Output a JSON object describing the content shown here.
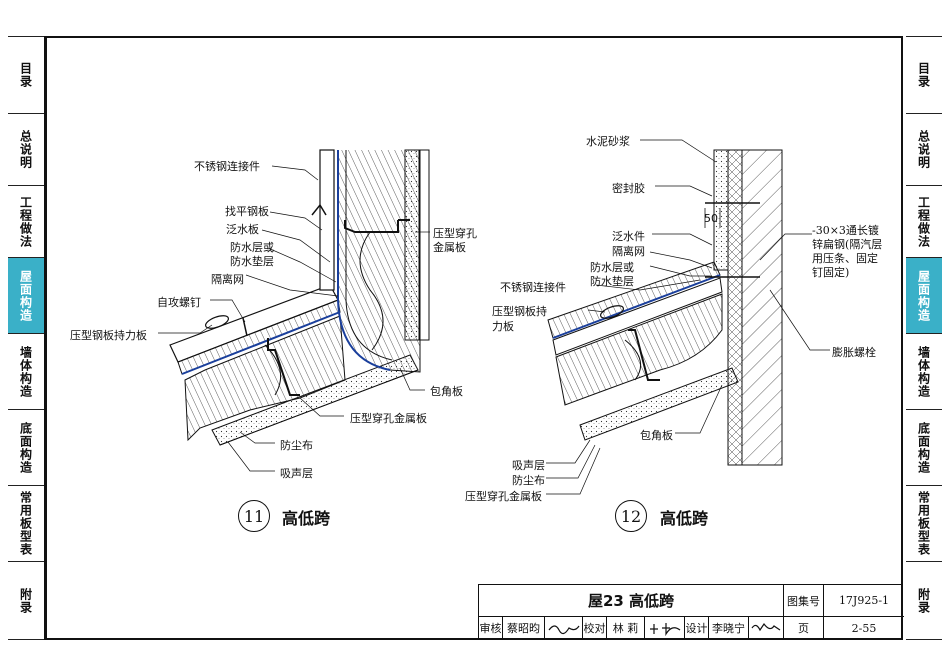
{
  "sidebar_left": [
    "目录",
    "总说明",
    "工程做法",
    "屋面构造",
    "墙体构造",
    "底面构造",
    "常用板型表",
    "附录"
  ],
  "sidebar_right": [
    "目录",
    "总说明",
    "工程做法",
    "屋面构造",
    "墙体构造",
    "底面构造",
    "常用板型表",
    "附录"
  ],
  "active_tab_index": 3,
  "accent_color": "#3ab0c8",
  "detail11": {
    "number": "11",
    "title": "高低跨",
    "labels": {
      "stainless_connector": "不锈钢连接件",
      "leveling_plate": "找平钢板",
      "flashing": "泛水板",
      "waterproof_layer_1": "防水层或",
      "waterproof_layer_2": "防水垫层",
      "isolation_mesh": "隔离网",
      "self_tapping_screw": "自攻螺钉",
      "bearing_plate": "压型钢板持力板",
      "perforated_panel_right_1": "压型穿孔",
      "perforated_panel_right_2": "金属板",
      "corner_plate": "包角板",
      "perforated_panel_bottom": "压型穿孔金属板",
      "dust_cloth": "防尘布",
      "sound_absorbing": "吸声层"
    }
  },
  "detail12": {
    "number": "12",
    "title": "高低跨",
    "labels": {
      "cement_mortar": "水泥砂浆",
      "sealant": "密封胶",
      "flashing_piece": "泛水件",
      "isolation_mesh": "隔离网",
      "waterproof_layer_1": "防水层或",
      "waterproof_layer_2": "防水垫层",
      "stainless_connector": "不锈钢连接件",
      "bearing_plate_1": "压型钢板持",
      "bearing_plate_2": "力板",
      "dimension_50": "50",
      "flat_steel_1": "-30×3通长镀",
      "flat_steel_2": "锌扁钢(隔汽层",
      "flat_steel_3": "用压条、固定",
      "flat_steel_4": "钉固定)",
      "expansion_bolt": "膨胀螺栓",
      "corner_plate": "包角板",
      "sound_absorbing": "吸声层",
      "dust_cloth": "防尘布",
      "perforated_panel": "压型穿孔金属板"
    }
  },
  "title_block": {
    "title": "屋23 高低跨",
    "atlas_no_label": "图集号",
    "atlas_no": "17J925-1",
    "review_label": "审核",
    "reviewer": "蔡昭昀",
    "check_label": "校对",
    "checker": "林 莉",
    "design_label": "设计",
    "designer": "李晓宁",
    "page_label": "页",
    "page": "2-55"
  }
}
